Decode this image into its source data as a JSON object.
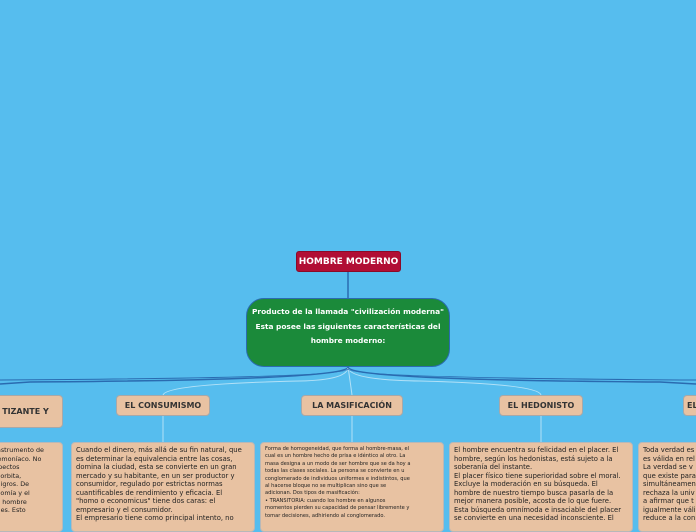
{
  "root": {
    "label": "HOMBRE MODERNO"
  },
  "center": {
    "lines": [
      "Producto de la llamada \"civilización",
      "moderna\"",
      "Esta posee las siguientes características",
      "del hombre moderno:"
    ]
  },
  "topics": [
    {
      "label": "TIZANTE Y"
    },
    {
      "label": "EL CONSUMISMO"
    },
    {
      "label": "LA MASIFICACIÓN"
    },
    {
      "label": "EL HEDONISTO"
    },
    {
      "label": "EL"
    }
  ],
  "descriptions": [
    {
      "lines": [
        "no instrumento de",
        "to demoníaco. No",
        "e aspectos",
        ", desorbita,",
        "y peligros. De",
        "economía y el",
        "ce al hombre",
        "lidades. Esto"
      ]
    },
    {
      "lines": [
        "Cuando el dinero, más allá de su fin natural, que",
        "es determinar la equivalencia entre las cosas,",
        "domina la ciudad, esta se convierte en un gran",
        "mercado y su habitante, en un ser productor y",
        "consumidor, regulado por estrictas normas",
        "cuantificables de rendimiento y eficacia. El",
        "\"homo o economicus\" tiene dos caras: el",
        "empresario y el consumidor.",
        "El empresario tiene como principal intento, no"
      ]
    },
    {
      "lines": [
        "Forma de homogeneidad, que forma al hombre-masa, el",
        "cual es un hombre hecho de prisa e idéntico al otro. La",
        "masa designa a un modo de ser hombre que se da hoy a",
        "todas las clases sociales. La persona se convierte en u",
        "conglomerado de individuos uniformes e indistintos, que",
        "al hacerse bloque no se multiplican sino que se",
        "adicionan. Dos tipos de masificación:",
        "• TRANSITORIA: cuando los hombre en algunos",
        "momentos pierden su capacidad de pensar libremente y",
        "tomar decisiones, adhiriendo al conglomerado."
      ]
    },
    {
      "lines": [
        "El hombre encuentra su felicidad en el placer. El",
        "hombre, según los hedonistas, está sujeto a la",
        "soberanía del instante.",
        "El placer físico tiene superioridad sobre el moral.",
        "Excluye la moderación en su búsqueda. El",
        "hombre de nuestro tiempo busca pasarla de la",
        "mejor manera posible, acosta de lo que fuere.",
        "Esta búsqueda omnímoda e insaciable del placer",
        "se convierte en una necesidad inconsciente. El"
      ]
    },
    {
      "lines": [
        "Toda verdad es",
        "es válida en rel",
        " La verdad se v",
        "que existe para",
        "simultáneamen",
        "rechaza la univ",
        "a afirmar que t",
        "igualmente váli",
        "reduce a la con"
      ]
    }
  ],
  "colors": {
    "background": "#56bdee",
    "root": "#b10e34",
    "center": "#1b8a3a",
    "topic": "#e8c2a2",
    "connector": "#2a6bb0"
  }
}
